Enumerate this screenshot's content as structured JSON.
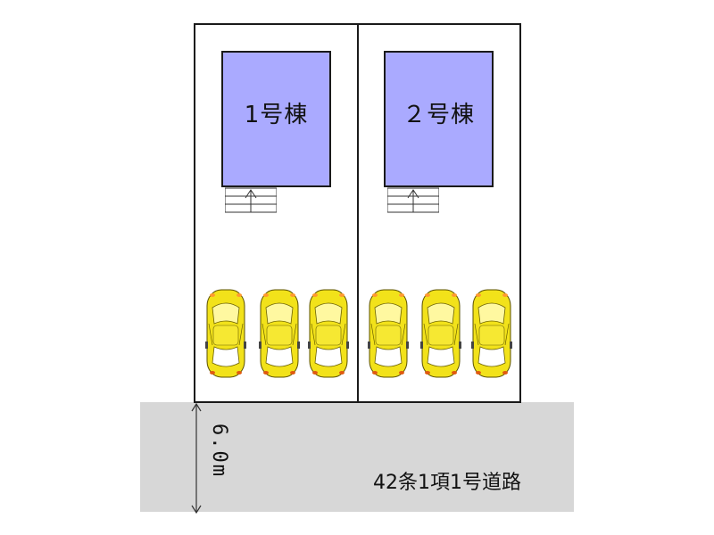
{
  "buildings": [
    {
      "label": "1号棟"
    },
    {
      "label": "２号棟"
    }
  ],
  "road": {
    "label": "42条1項1号道路",
    "width_label": "6.0m"
  },
  "colors": {
    "building_fill": "#aaaaff",
    "road_fill": "#d7d7d7",
    "car_body": "#f2e21a",
    "lot_border": "#1a1a1a"
  },
  "icons": [
    "entrance-steps-icon",
    "car-icon",
    "dimension-arrow-icon"
  ]
}
